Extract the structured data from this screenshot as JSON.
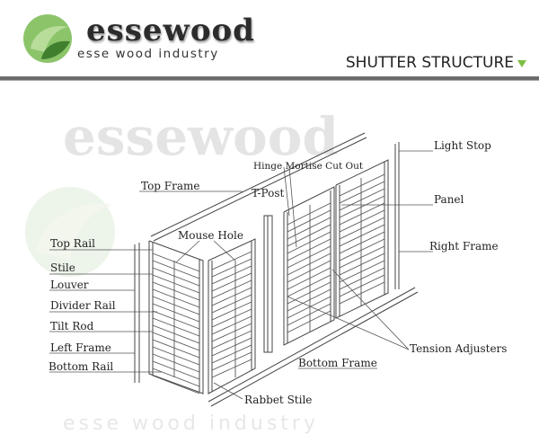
{
  "header": {
    "brand": "essewood",
    "tagline": "esse wood industry",
    "section_title": "SHUTTER STRUCTURE",
    "accent_color": "#7bc043",
    "rule_color": "#6c6c6c"
  },
  "watermark": {
    "brand": "essewood",
    "tagline": "esse wood industry"
  },
  "labels": {
    "top_frame": "Top Frame",
    "mouse_hole": "Mouse Hole",
    "top_rail": "Top Rail",
    "stile": "Stile",
    "louver": "Louver",
    "divider_rail": "Divider Rail",
    "tilt_rod": "Tilt Rod",
    "left_frame": "Left Frame",
    "bottom_rail": "Bottom Rail",
    "rabbet_stile": "Rabbet Stile",
    "hinge_mortise": "Hinge Mortise Cut Out",
    "t_post": "T-Post",
    "light_stop": "Light Stop",
    "panel": "Panel",
    "right_frame": "Right Frame",
    "tension_adjusters": "Tension Adjusters",
    "bottom_frame": "Bottom Frame"
  }
}
